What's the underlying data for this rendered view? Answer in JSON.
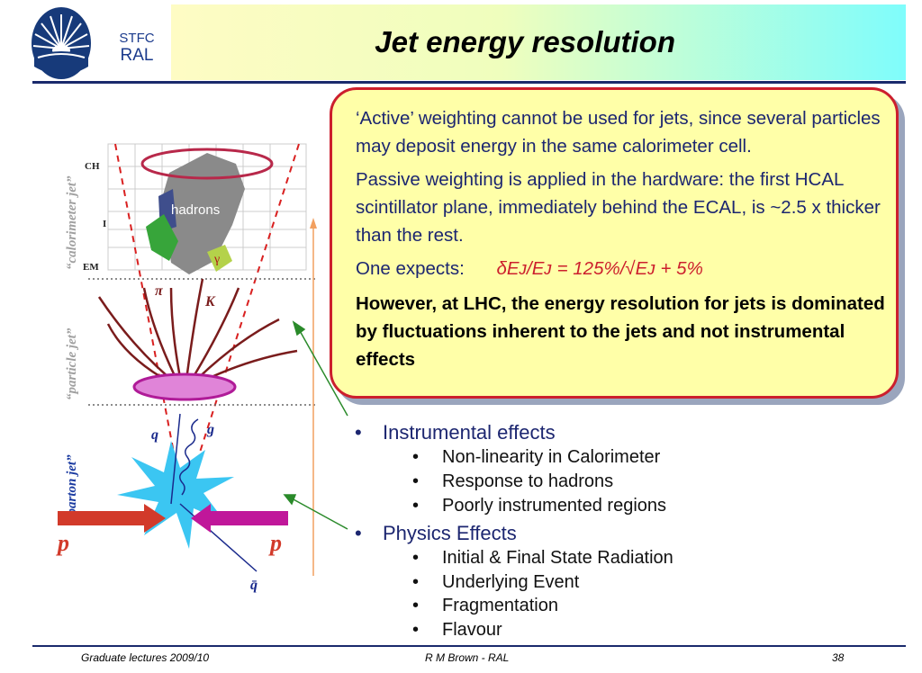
{
  "header": {
    "org_line1": "STFC",
    "org_line2": "RAL",
    "title": "Jet energy resolution"
  },
  "diagram": {
    "labels": {
      "calorimeter_jet": "“calorimeter jet”",
      "particle_jet": "“particle jet”",
      "parton_jet": "“parton jet”",
      "ch": "CH",
      "i": "I",
      "em": "EM",
      "hadrons": "hadrons",
      "gamma": "γ",
      "pi": "π",
      "k": "K",
      "q": "q",
      "g": "g",
      "p_left": "p",
      "p_right": "p",
      "qbar": "q̄"
    }
  },
  "callout": {
    "para1": "‘Active’ weighting cannot be used for jets, since several particles may deposit energy in the same calorimeter cell.",
    "para2": "Passive weighting is applied in the hardware: the first HCAL scintillator plane, immediately behind the ECAL, is ~2.5 x thicker than the rest.",
    "para3_label": "One expects:",
    "formula": "δEᴊ/Eᴊ = 125%/√Eᴊ + 5%",
    "para4": "However, at LHC, the energy resolution for jets is dominated by fluctuations inherent to the jets and not instrumental effects"
  },
  "bullets": {
    "instrumental": {
      "heading": "Instrumental effects",
      "items": [
        "Non-linearity in Calorimeter",
        "Response to hadrons",
        "Poorly instrumented regions"
      ]
    },
    "physics": {
      "heading": "Physics Effects",
      "items": [
        "Initial & Final State Radiation",
        "Underlying Event",
        "Fragmentation",
        "Flavour"
      ]
    }
  },
  "footer": {
    "left": "Graduate lectures 2009/10",
    "center": "R M Brown - RAL",
    "page": "38"
  },
  "colors": {
    "navy": "#1c2670",
    "callout_border": "#cc1f2d",
    "callout_fill": "#ffffa8"
  }
}
